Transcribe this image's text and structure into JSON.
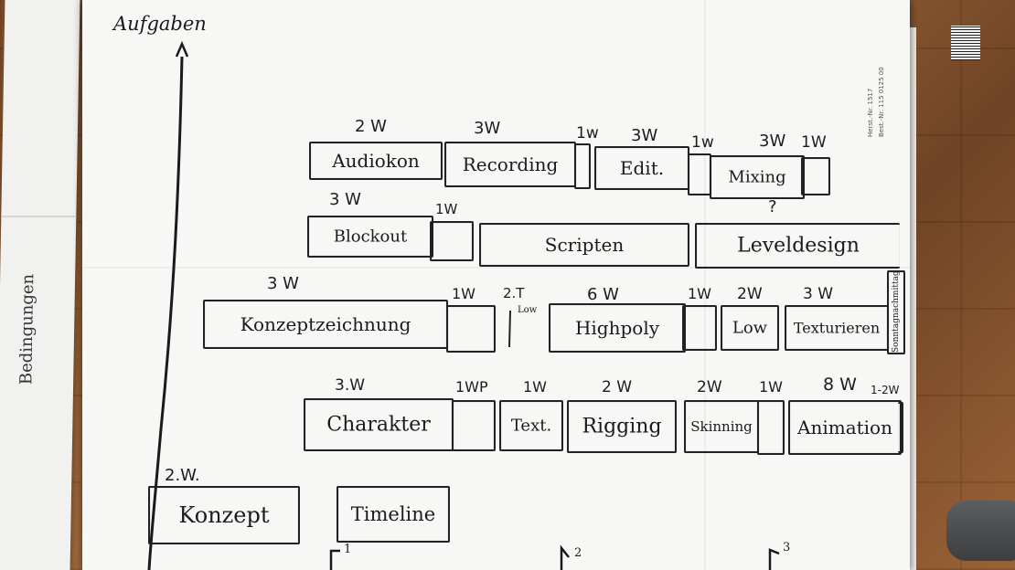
{
  "axis": {
    "y_label": "Aufgaben",
    "milestones": [
      "1",
      "2",
      "3"
    ]
  },
  "left_sheet_text": "Bedingungen",
  "print": {
    "article": "Best.-Nr. 115 0125 00",
    "ref": "Herst.-Nr. 1517"
  },
  "rows": [
    {
      "id": "row-audio",
      "tasks": [
        {
          "label": "Audiokon",
          "duration": "2 W"
        },
        {
          "label": "Recording",
          "duration": "3W"
        },
        {
          "label": "",
          "duration": "1w"
        },
        {
          "label": "Edit.",
          "duration": "3W"
        },
        {
          "label": "",
          "duration": "1w"
        },
        {
          "label": "Mixing",
          "duration": "3W"
        },
        {
          "label": "",
          "duration": "1W"
        }
      ]
    },
    {
      "id": "row-level",
      "tasks": [
        {
          "label": "Blockout",
          "duration": "3 W"
        },
        {
          "label": "",
          "duration": "1W"
        },
        {
          "label": "Scripten",
          "duration": ""
        },
        {
          "label": "Leveldesign",
          "duration": "?"
        }
      ]
    },
    {
      "id": "row-model",
      "tasks": [
        {
          "label": "Konzeptzeichnung",
          "duration": "3 W"
        },
        {
          "label": "",
          "duration": "1W"
        },
        {
          "label": "Low",
          "duration": "2.T"
        },
        {
          "label": "Highpoly",
          "duration": "6 W"
        },
        {
          "label": "",
          "duration": "1W"
        },
        {
          "label": "Low",
          "duration": "2W"
        },
        {
          "label": "Texturieren",
          "duration": "3 W"
        },
        {
          "label": "Sonntagnachmittag",
          "duration": ""
        }
      ]
    },
    {
      "id": "row-character",
      "tasks": [
        {
          "label": "Charakter",
          "duration": "3.W"
        },
        {
          "label": "",
          "duration": "1WP"
        },
        {
          "label": "Text.",
          "duration": "1W"
        },
        {
          "label": "Rigging",
          "duration": "2 W"
        },
        {
          "label": "Skinning",
          "duration": "2W"
        },
        {
          "label": "",
          "duration": "1W"
        },
        {
          "label": "Animation",
          "duration": "8 W"
        },
        {
          "label": "",
          "duration": "1-2W"
        }
      ]
    },
    {
      "id": "row-base",
      "tasks": [
        {
          "label": "Konzept",
          "duration": "2.W."
        },
        {
          "label": "Timeline",
          "duration": ""
        }
      ]
    }
  ]
}
